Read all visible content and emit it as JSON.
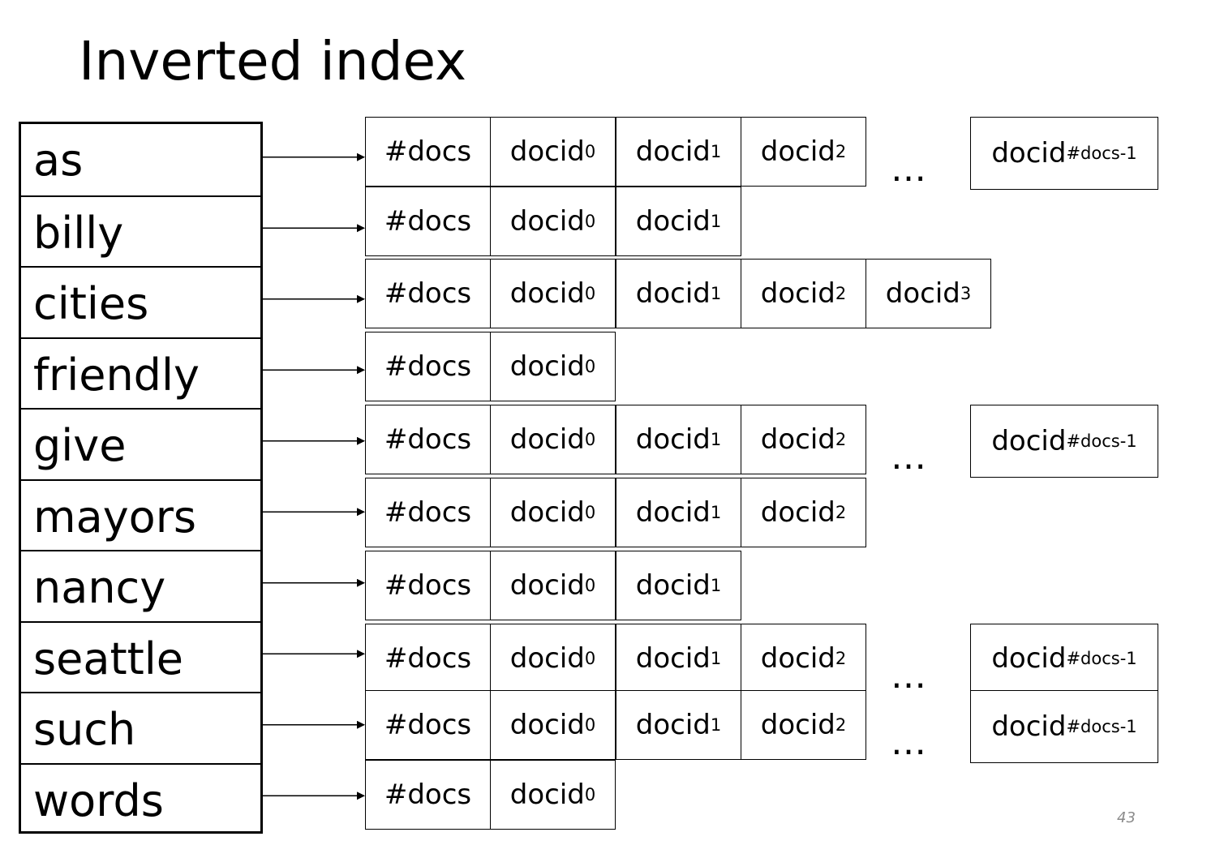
{
  "title": "Inverted index",
  "page_number": "43",
  "ellipsis": "…",
  "labels": {
    "count": "#docs",
    "docid": "docid",
    "last_sub": "#docs-1"
  },
  "terms": [
    "as",
    "billy",
    "cities",
    "friendly",
    "give",
    "mayors",
    "nancy",
    "seattle",
    "such",
    "words"
  ],
  "postings": [
    {
      "term": "as",
      "listed_docids": 3,
      "ellipsis": true
    },
    {
      "term": "billy",
      "listed_docids": 2,
      "ellipsis": false
    },
    {
      "term": "cities",
      "listed_docids": 4,
      "ellipsis": false
    },
    {
      "term": "friendly",
      "listed_docids": 1,
      "ellipsis": false
    },
    {
      "term": "give",
      "listed_docids": 3,
      "ellipsis": true
    },
    {
      "term": "mayors",
      "listed_docids": 3,
      "ellipsis": false
    },
    {
      "term": "nancy",
      "listed_docids": 2,
      "ellipsis": false
    },
    {
      "term": "seattle",
      "listed_docids": 3,
      "ellipsis": true
    },
    {
      "term": "such",
      "listed_docids": 3,
      "ellipsis": true
    },
    {
      "term": "words",
      "listed_docids": 1,
      "ellipsis": false
    }
  ]
}
